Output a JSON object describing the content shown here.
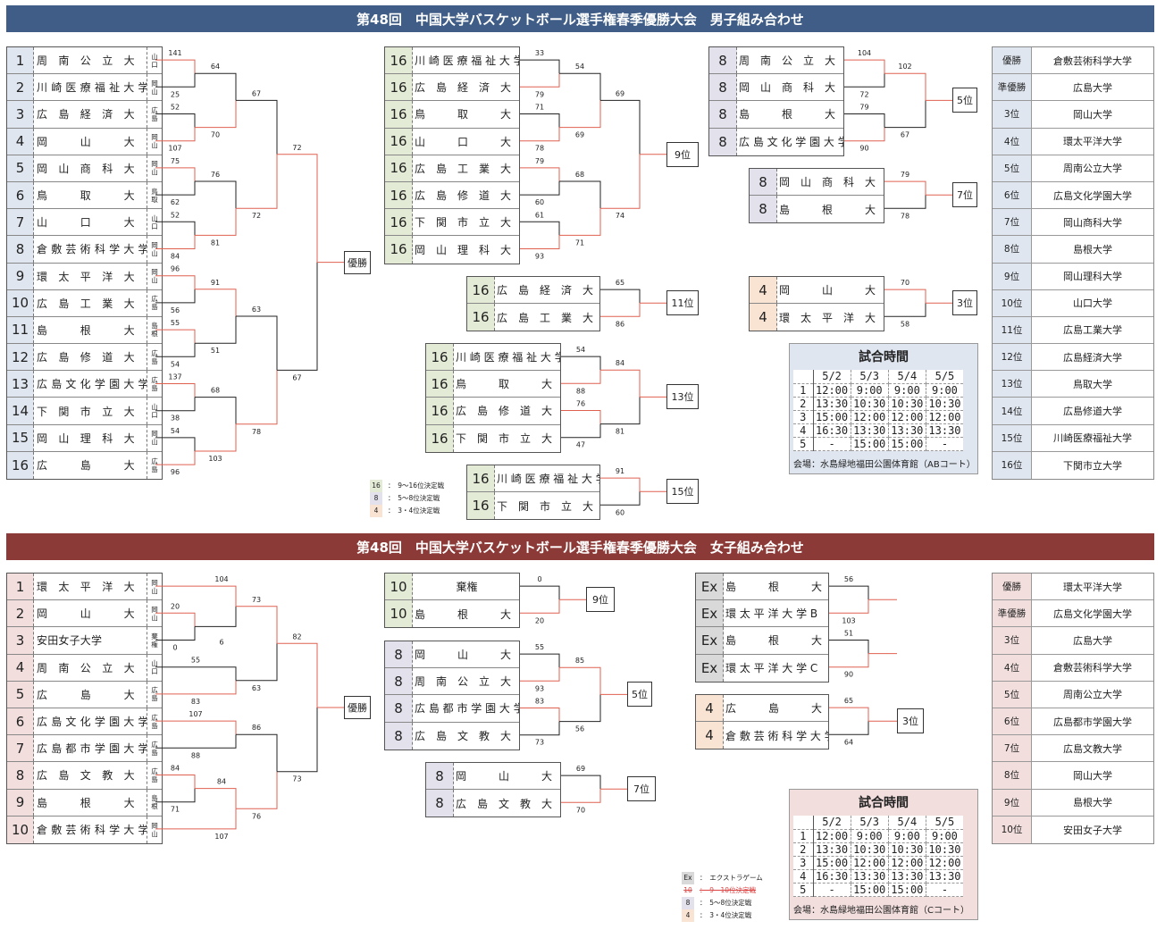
{
  "men": {
    "title": "第48回　中国大学バスケットボール選手権春季優勝大会　男子組み合わせ",
    "teams": [
      {
        "no": "1",
        "name": "周　南　公　立　大　学",
        "pref": [
          "山",
          "口"
        ]
      },
      {
        "no": "2",
        "name": "川 崎 医 療 福 祉 大 学",
        "pref": [
          "岡",
          "山"
        ]
      },
      {
        "no": "3",
        "name": "広　島　経　済　大　学",
        "pref": [
          "広",
          "島"
        ]
      },
      {
        "no": "4",
        "name": "岡　　　山　　　大　　　学",
        "pref": [
          "岡",
          "山"
        ]
      },
      {
        "no": "5",
        "name": "岡　山　商　科　大　学",
        "pref": [
          "岡",
          "山"
        ]
      },
      {
        "no": "6",
        "name": "鳥　　　取　　　大　　　学",
        "pref": [
          "鳥",
          "取"
        ]
      },
      {
        "no": "7",
        "name": "山　　　口　　　大　　　学",
        "pref": [
          "山",
          "口"
        ]
      },
      {
        "no": "8",
        "name": "倉 敷 芸 術 科 学 大 学",
        "pref": [
          "岡",
          "山"
        ]
      },
      {
        "no": "9",
        "name": "環　太　平　洋　大　学",
        "pref": [
          "岡",
          "山"
        ]
      },
      {
        "no": "10",
        "name": "広　島　工　業　大　学",
        "pref": [
          "広",
          "島"
        ]
      },
      {
        "no": "11",
        "name": "島　　　根　　　大　　　学",
        "pref": [
          "島",
          "根"
        ]
      },
      {
        "no": "12",
        "name": "広　島　修　道　大　学",
        "pref": [
          "広",
          "島"
        ]
      },
      {
        "no": "13",
        "name": "広 島 文 化 学 園 大 学",
        "pref": [
          "広",
          "島"
        ]
      },
      {
        "no": "14",
        "name": "下　関　市　立　大　学",
        "pref": [
          "山",
          "口"
        ]
      },
      {
        "no": "15",
        "name": "岡　山　理　科　大　学",
        "pref": [
          "岡",
          "山"
        ]
      },
      {
        "no": "16",
        "name": "広　　　島　　　大　　　学",
        "pref": [
          "広",
          "島"
        ]
      }
    ],
    "r1_scores": [
      "141",
      "25",
      "52",
      "107",
      "75",
      "62",
      "52",
      "84",
      "96",
      "56",
      "55",
      "54",
      "137",
      "38",
      "54",
      "96"
    ],
    "r2_scores": [
      "64",
      "70",
      "76",
      "81",
      "91",
      "51",
      "68",
      "103"
    ],
    "r3_scores": [
      "67",
      "72",
      "63",
      "78"
    ],
    "r4_scores": [
      "72",
      "67"
    ],
    "final_label": "優勝",
    "b16": {
      "teams": [
        "川 崎 医 療 福 祉 大 学",
        "広　島　経　済　大　学",
        "鳥　　　取　　　大　　　学",
        "山　　　口　　　大　　　学",
        "広　島　工　業　大　学",
        "広　島　修　道　大　学",
        "下　関　市　立　大　学",
        "岡　山　理　科　大　学"
      ],
      "seed": "16",
      "s1": [
        "33",
        "79",
        "71",
        "78",
        "79",
        "60",
        "61",
        "93"
      ],
      "s2": [
        "54",
        "69",
        "68",
        "71"
      ],
      "s3": [
        "69",
        "74"
      ],
      "label": "9位"
    },
    "b11": {
      "teams": [
        "広　島　経　済　大　学",
        "広　島　工　業　大　学"
      ],
      "seed": "16",
      "s": [
        "65",
        "86"
      ],
      "label": "11位"
    },
    "b13": {
      "teams": [
        "川 崎 医 療 福 祉 大 学",
        "鳥　　　取　　　大　　　学",
        "広　島　修　道　大　学",
        "下　関　市　立　大　学"
      ],
      "seed": "16",
      "s1": [
        "54",
        "88",
        "76",
        "47"
      ],
      "s2": [
        "84",
        "81"
      ],
      "label": "13位"
    },
    "b15": {
      "teams": [
        "川 崎 医 療 福 祉 大 学",
        "下　関　市　立　大　学"
      ],
      "seed": "16",
      "s": [
        "91",
        "60"
      ],
      "label": "15位"
    },
    "b8": {
      "teams": [
        "周　南　公　立　大　学",
        "岡　山　商　科　大　学",
        "島　　　根　　　大　　　学",
        "広 島 文 化 学 園 大 学"
      ],
      "seed": "8",
      "s1": [
        "104",
        "72",
        "79",
        "90"
      ],
      "s2": [
        "102",
        "67"
      ],
      "label": "5位"
    },
    "b7": {
      "teams": [
        "岡　山　商　科　大　学",
        "島　　　根　　　大　　　学"
      ],
      "seed": "8",
      "s": [
        "79",
        "78"
      ],
      "label": "7位"
    },
    "b3": {
      "teams": [
        "岡　　　山　　　大　　　学",
        "環　太　平　洋　大　学"
      ],
      "seed": "4",
      "s": [
        "70",
        "58"
      ],
      "label": "3位"
    },
    "results": [
      [
        "優勝",
        "倉敷芸術科学大学"
      ],
      [
        "準優勝",
        "広島大学"
      ],
      [
        "3位",
        "岡山大学"
      ],
      [
        "4位",
        "環太平洋大学"
      ],
      [
        "5位",
        "周南公立大学"
      ],
      [
        "6位",
        "広島文化学園大学"
      ],
      [
        "7位",
        "岡山商科大学"
      ],
      [
        "8位",
        "島根大学"
      ],
      [
        "9位",
        "岡山理科大学"
      ],
      [
        "10位",
        "山口大学"
      ],
      [
        "11位",
        "広島工業大学"
      ],
      [
        "12位",
        "広島経済大学"
      ],
      [
        "13位",
        "鳥取大学"
      ],
      [
        "14位",
        "広島修道大学"
      ],
      [
        "15位",
        "川崎医療福祉大学"
      ],
      [
        "16位",
        "下関市立大学"
      ]
    ],
    "schedule": {
      "title": "試合時間",
      "days": [
        "5/2",
        "5/3",
        "5/4",
        "5/5"
      ],
      "rows": [
        [
          "1",
          "12:00",
          "9:00",
          "9:00",
          "9:00"
        ],
        [
          "2",
          "13:30",
          "10:30",
          "10:30",
          "10:30"
        ],
        [
          "3",
          "15:00",
          "12:00",
          "12:00",
          "12:00"
        ],
        [
          "4",
          "16:30",
          "13:30",
          "13:30",
          "13:30"
        ],
        [
          "5",
          "-",
          "15:00",
          "15:00",
          "-"
        ]
      ],
      "venue": "会場：水島緑地福田公園体育館（ABコート）"
    },
    "legend": [
      [
        "16",
        "：　9～16位決定戦"
      ],
      [
        "8",
        "：　5～8位決定戦"
      ],
      [
        "4",
        "：　3・4位決定戦"
      ]
    ]
  },
  "women": {
    "title": "第48回　中国大学バスケットボール選手権春季優勝大会　女子組み合わせ",
    "teams": [
      {
        "no": "1",
        "name": "環　太　平　洋　大　学",
        "pref": [
          "岡",
          "山"
        ]
      },
      {
        "no": "2",
        "name": "岡　　　山　　　大　　　学",
        "pref": [
          "岡",
          "山"
        ]
      },
      {
        "no": "3",
        "name": "安田女子大学",
        "pref": [
          "棄",
          "権"
        ]
      },
      {
        "no": "4",
        "name": "周　南　公　立　大　学",
        "pref": [
          "山",
          "口"
        ]
      },
      {
        "no": "5",
        "name": "広　　　島　　　大　　　学",
        "pref": [
          "広",
          "島"
        ]
      },
      {
        "no": "6",
        "name": "広 島 文 化 学 園 大 学",
        "pref": [
          "広",
          "島"
        ]
      },
      {
        "no": "7",
        "name": "広 島 都 市 学 園 大 学",
        "pref": [
          "広",
          "島"
        ]
      },
      {
        "no": "8",
        "name": "広　島　文　教　大　学",
        "pref": [
          "広",
          "島"
        ]
      },
      {
        "no": "9",
        "name": "島　　　根　　　大　　　学",
        "pref": [
          "島",
          "根"
        ]
      },
      {
        "no": "10",
        "name": "倉 敷 芸 術 科 学 大 学",
        "pref": [
          "岡",
          "山"
        ]
      }
    ],
    "scores": {
      "g1": [
        "104",
        ""
      ],
      "g23": [
        "20",
        "0"
      ],
      "g2w": [
        "6"
      ],
      "g45": [
        "55",
        "83"
      ],
      "g67": [
        "107",
        "88"
      ],
      "g89": [
        "84",
        "71"
      ],
      "r2a": [
        "73",
        "63"
      ],
      "r2b": [
        "86",
        "76"
      ],
      "r2c": [
        "84",
        "107"
      ],
      "sf": [
        "82",
        "73"
      ]
    },
    "final_label": "優勝",
    "b9": {
      "teams": [
        "棄権",
        "島　　　根　　　大　　　学"
      ],
      "seed": "10",
      "s": [
        "0",
        "20"
      ],
      "label": "9位"
    },
    "b5": {
      "teams": [
        "岡　　　山　　　大　　　学",
        "周　南　公　立　大　学",
        "広 島 都 市 学 園 大 学",
        "広　島　文　教　大　学"
      ],
      "seed": "8",
      "s1": [
        "55",
        "93",
        "83",
        "73"
      ],
      "s2": [
        "85",
        "56"
      ],
      "label": "5位"
    },
    "b7": {
      "teams": [
        "岡　　　山　　　大　　　学",
        "広　島　文　教　大　学"
      ],
      "seed": "8",
      "s": [
        "69",
        "70"
      ],
      "label": "7位"
    },
    "ex": {
      "teams": [
        "島　　　根　　　大　　　学",
        "環 太 平 洋 大 学 B",
        "島　　　根　　　大　　　学",
        "環 太 平 洋 大 学 C"
      ],
      "seed": "Ex",
      "s": [
        "56",
        "103",
        "51",
        "90"
      ]
    },
    "b3": {
      "teams": [
        "広　　　島　　　大　　　学",
        "倉 敷 芸 術 科 学 大 学"
      ],
      "seed": "4",
      "s": [
        "65",
        "64"
      ],
      "label": "3位"
    },
    "results": [
      [
        "優勝",
        "環太平洋大学"
      ],
      [
        "準優勝",
        "広島文化学園大学"
      ],
      [
        "3位",
        "広島大学"
      ],
      [
        "4位",
        "倉敷芸術科学大学"
      ],
      [
        "5位",
        "周南公立大学"
      ],
      [
        "6位",
        "広島都市学園大学"
      ],
      [
        "7位",
        "広島文教大学"
      ],
      [
        "8位",
        "岡山大学"
      ],
      [
        "9位",
        "島根大学"
      ],
      [
        "10位",
        "安田女子大学"
      ]
    ],
    "schedule": {
      "title": "試合時間",
      "days": [
        "5/2",
        "5/3",
        "5/4",
        "5/5"
      ],
      "rows": [
        [
          "1",
          "12:00",
          "9:00",
          "9:00",
          "9:00"
        ],
        [
          "2",
          "13:30",
          "10:30",
          "10:30",
          "10:30"
        ],
        [
          "3",
          "15:00",
          "12:00",
          "12:00",
          "12:00"
        ],
        [
          "4",
          "16:30",
          "13:30",
          "13:30",
          "13:30"
        ],
        [
          "5",
          "-",
          "15:00",
          "15:00",
          "-"
        ]
      ],
      "venue": "会場：水島緑地福田公園体育館（Cコート）"
    },
    "legend": [
      [
        "Ex",
        "：　エクストラゲーム"
      ],
      [
        "10",
        "：　9－10位決定戦"
      ],
      [
        "8",
        "：　5～8位決定戦"
      ],
      [
        "4",
        "：　3・4位決定戦"
      ]
    ]
  },
  "colors": {
    "men_banner": "#3f5d86",
    "women_banner": "#8c3a37",
    "seed1": "#dfe6f0",
    "w_seed": "#f1dedd",
    "c16": "#e3ebd6",
    "c8": "#e3e1ec",
    "c4": "#f9e3d3",
    "cex": "#d9d9d9",
    "line_win": "#e06050",
    "line": "#222222"
  }
}
